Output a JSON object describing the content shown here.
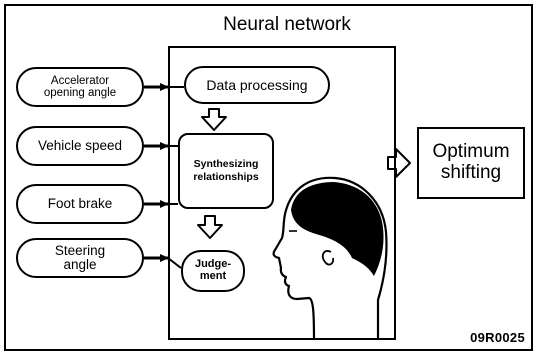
{
  "diagram": {
    "title": "Neural network",
    "inputs": [
      {
        "label": "Accelerator\nopening angle"
      },
      {
        "label": "Vehicle speed"
      },
      {
        "label": "Foot brake"
      },
      {
        "label": "Steering\nangle"
      }
    ],
    "stages": {
      "data_processing": "Data processing",
      "synthesizing": "Synthesizing\nrelationships",
      "judgement": "Judge-\nment"
    },
    "output": "Optimum\nshifting",
    "figure_code": "09R0025",
    "icons": {
      "head": "human-head-profile-icon",
      "arrows": "hollow-arrow-icon"
    }
  }
}
